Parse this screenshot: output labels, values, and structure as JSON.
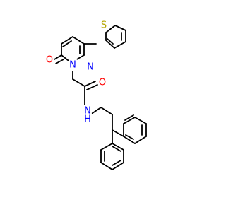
{
  "atoms": [
    {
      "id": "S",
      "label": "S",
      "color": "#b5a600"
    },
    {
      "id": "O1",
      "label": "O",
      "color": "#ff0000"
    },
    {
      "id": "N1",
      "label": "N",
      "color": "#0000ff"
    },
    {
      "id": "N2",
      "label": "N",
      "color": "#0000ff"
    },
    {
      "id": "O2",
      "label": "O",
      "color": "#ff0000"
    },
    {
      "id": "N3",
      "label": "N",
      "color": "#0000ff"
    },
    {
      "id": "H",
      "label": "H",
      "color": "#0000ff"
    }
  ],
  "bond_color": "#000000"
}
